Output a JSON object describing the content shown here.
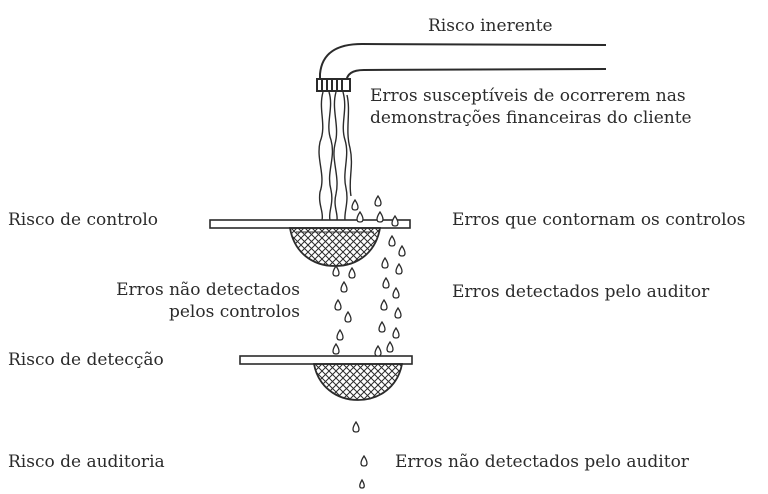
{
  "labels": {
    "inherent_risk": "Risco inerente",
    "errors_line1": "Erros susceptíveis de ocorrerem nas",
    "errors_line2": "demonstrações financeiras do cliente",
    "control_risk": "Risco de controlo",
    "bypass_controls": "Erros que contornam os controlos",
    "undetected_controls_line1": "Erros não detectados",
    "undetected_controls_line2": "pelos controlos",
    "detected_auditor": "Erros detectados pelo auditor",
    "detection_risk": "Risco de detecção",
    "audit_risk": "Risco de auditoria",
    "undetected_auditor": "Erros não detectados pelo auditor"
  },
  "colors": {
    "ink": "#2b2b2b",
    "background": "#ffffff"
  }
}
